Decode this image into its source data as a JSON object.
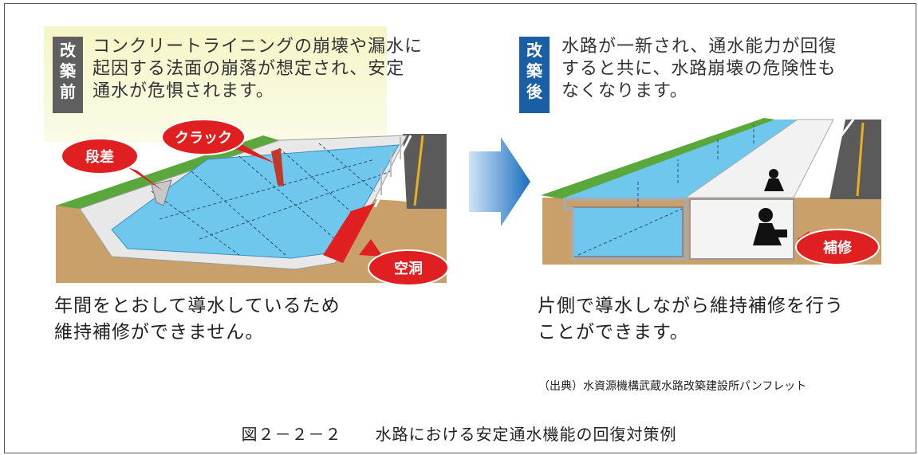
{
  "before": {
    "badge": [
      "改",
      "築",
      "前"
    ],
    "description": [
      "コンクリートライニングの崩壊や漏水に",
      "起因する法面の崩落が想定され、安定",
      "通水が危惧されます。"
    ],
    "callouts": {
      "step": "段差",
      "crack": "クラック",
      "cavity": "空洞"
    },
    "caption": [
      "年間をとおして導水しているため",
      "維持補修ができません。"
    ]
  },
  "after": {
    "badge": [
      "改",
      "築",
      "後"
    ],
    "description": [
      "水路が一新され、通水能力が回復",
      "すると共に、水路崩壊の危険性も",
      "なくなります。"
    ],
    "callouts": {
      "repair": "補修"
    },
    "caption": [
      "片側で導水しながら維持補修を行う",
      "ことができます。"
    ]
  },
  "source": "（出典）水資源機構武蔵水路改築建設所パンフレット",
  "figure_title": "図２－２－２　　水路における安定通水機能の回復対策例",
  "colors": {
    "before_badge": "#5f5f5f",
    "after_badge": "#1a5fa6",
    "water": "#6fc7ee",
    "callout_red": "#e02020",
    "arrow_blue": "#1a6fc0"
  }
}
